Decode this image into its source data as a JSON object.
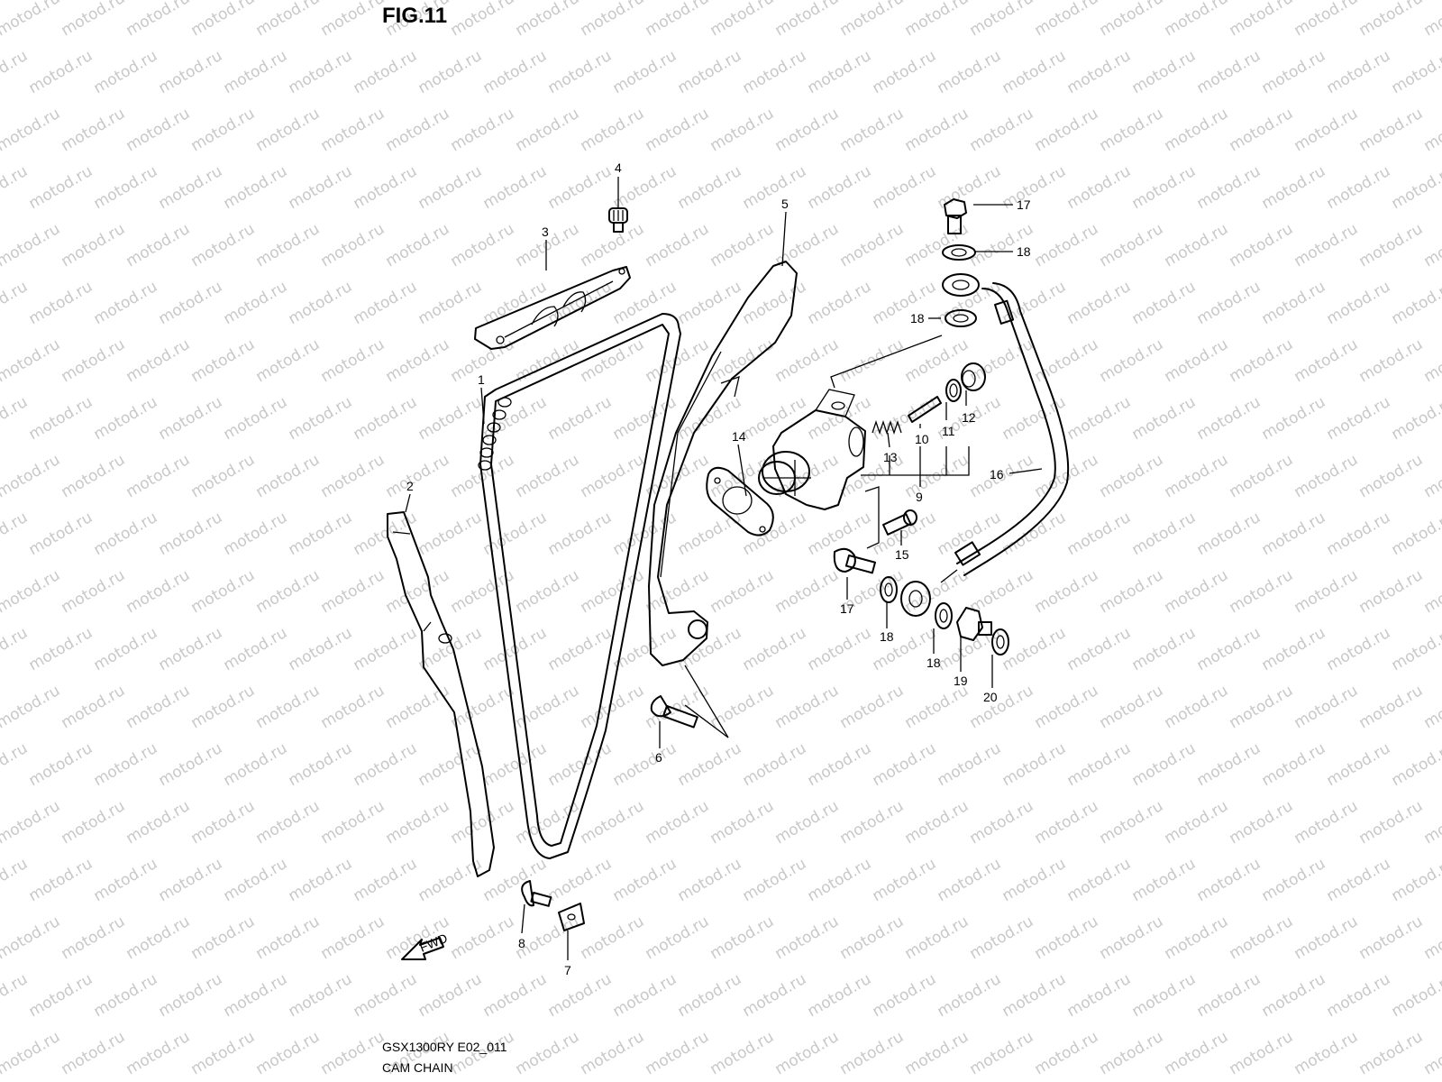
{
  "figure": {
    "title": "FIG.11",
    "code": "GSX1300RY E02_011",
    "name": "CAM CHAIN"
  },
  "watermark": "motod.ru",
  "fwd_label": "FWD",
  "callouts": {
    "c1": "1",
    "c2": "2",
    "c3": "3",
    "c4": "4",
    "c5": "5",
    "c6": "6",
    "c7": "7",
    "c8": "8",
    "c9": "9",
    "c10": "10",
    "c11": "11",
    "c12": "12",
    "c13": "13",
    "c14": "14",
    "c15": "15",
    "c16": "16",
    "c17a": "17",
    "c17b": "17",
    "c18a": "18",
    "c18b": "18",
    "c18c": "18",
    "c18d": "18",
    "c19": "19",
    "c20": "20"
  }
}
